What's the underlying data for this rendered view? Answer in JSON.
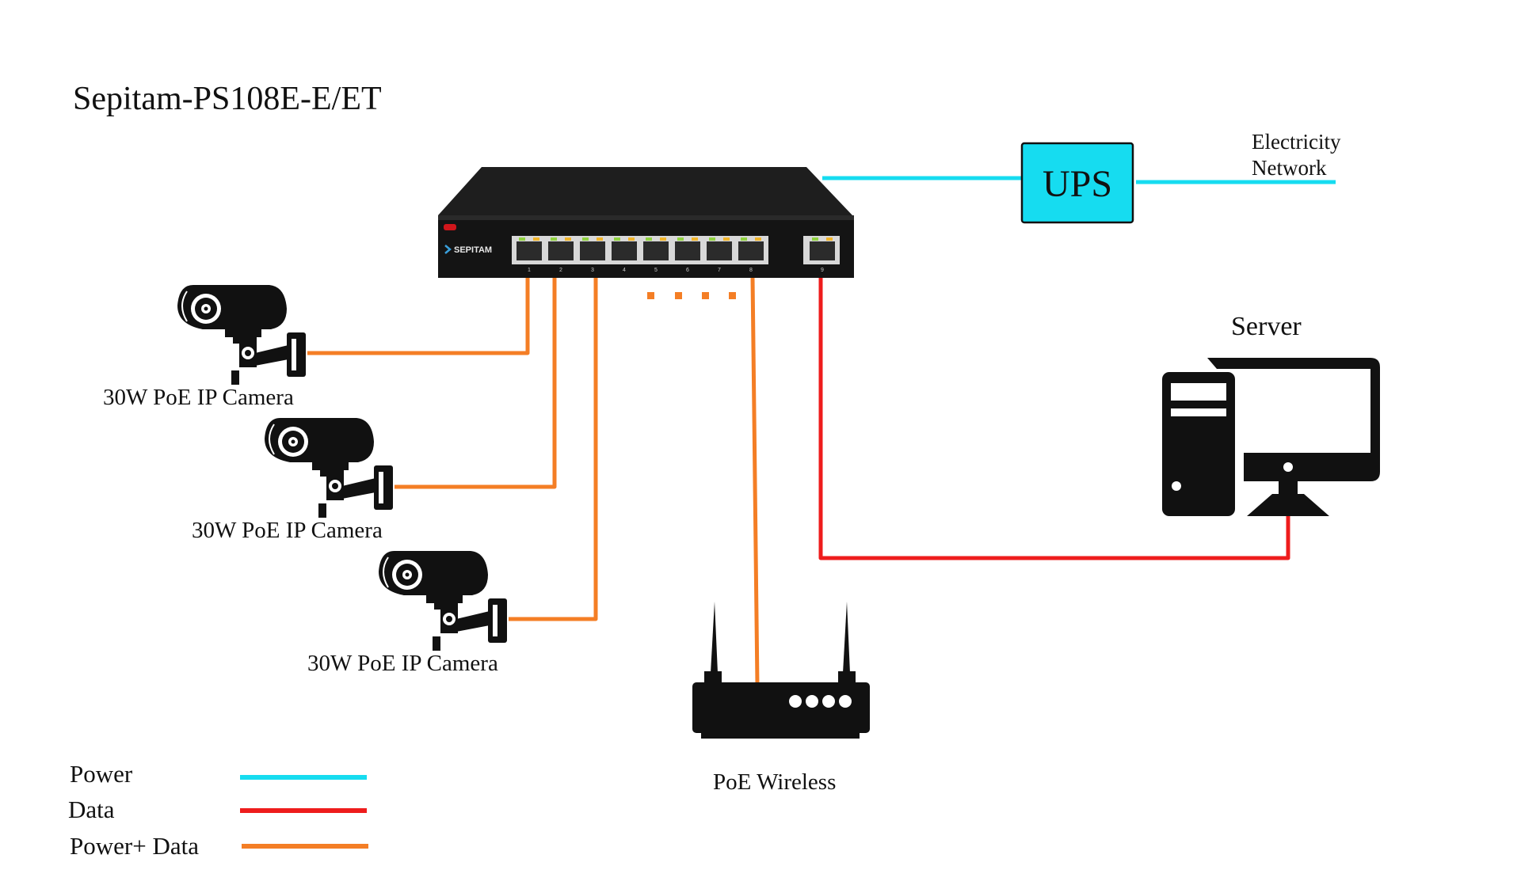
{
  "title": "Sepitam-PS108E-E/ET",
  "switch": {
    "brand": "SEPITAM",
    "port_labels": [
      "1",
      "2",
      "3",
      "4",
      "5",
      "6",
      "7",
      "8",
      "9"
    ]
  },
  "ups": {
    "label": "UPS"
  },
  "electricity": {
    "line1": "Electricity",
    "line2": "Network"
  },
  "server": {
    "label": "Server"
  },
  "cameras": [
    {
      "label": "30W PoE IP Camera"
    },
    {
      "label": "30W PoE IP Camera"
    },
    {
      "label": "30W PoE IP Camera"
    }
  ],
  "router": {
    "label": "PoE Wireless"
  },
  "legend": [
    {
      "label": "Power",
      "color": "#16dcf0"
    },
    {
      "label": "Data",
      "color": "#ee1c1c"
    },
    {
      "label": "Power+ Data",
      "color": "#f47e25"
    }
  ],
  "colors": {
    "power": "#16dcf0",
    "data": "#ee1c1c",
    "power_data": "#f47e25"
  }
}
